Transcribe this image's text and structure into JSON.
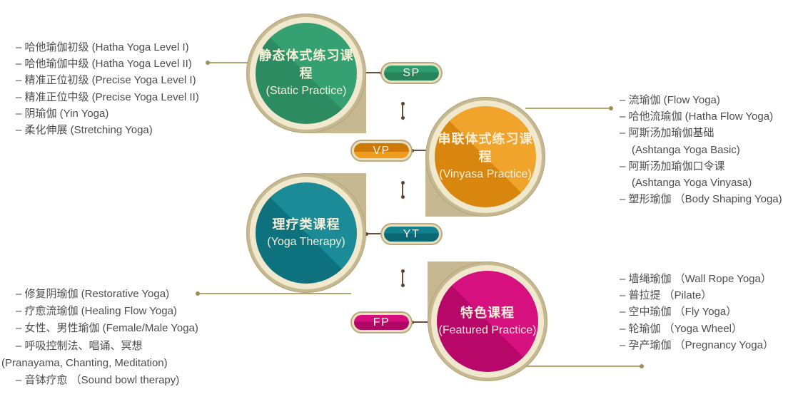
{
  "diagram_title": "Yoga course categories diagram",
  "palette": {
    "tan_shadow": "#c6b890",
    "cream_ring": "#f1e9cd",
    "gold_connector": "#b5a46f",
    "brown_connector": "#6b4c39",
    "list_text": "#4d4d4d"
  },
  "groups": [
    {
      "badge": "SP",
      "zh": "静态体式练习课程",
      "en": "(Static Practice)",
      "circle_light": "#35a173",
      "circle_dark": "#2c8b61",
      "pill_light": "#2f9e6e",
      "pill_dark": "#26835a"
    },
    {
      "badge": "VP",
      "zh": "串联体式练习课程",
      "en": "(Vinyasa Practice)",
      "circle_light": "#f0a42b",
      "circle_dark": "#d8860e",
      "pill_light": "#f09d1e",
      "pill_dark": "#cf7a08"
    },
    {
      "badge": "YT",
      "zh": "理疗类课程",
      "en": "(Yoga Therapy)",
      "circle_light": "#1a8b97",
      "circle_dark": "#0e717e",
      "pill_light": "#13818f",
      "pill_dark": "#0b6874"
    },
    {
      "badge": "FP",
      "zh": "特色课程",
      "en": "(Featured Practice)",
      "circle_light": "#d6107f",
      "circle_dark": "#b70769",
      "pill_light": "#d60d7d",
      "pill_dark": "#b00766"
    }
  ],
  "lists": {
    "static_practice": {
      "lines": [
        {
          "t": "– 哈他瑜伽初级 (Hatha Yoga Level I)",
          "i": 0
        },
        {
          "t": "– 哈他瑜伽中级 (Hatha Yoga Level II)",
          "i": 0
        },
        {
          "t": "– 精准正位初级 (Precise Yoga Level I)",
          "i": 0
        },
        {
          "t": "– 精准正位中级 (Precise Yoga Level II)",
          "i": 0
        },
        {
          "t": "– 阴瑜伽 (Yin Yoga)",
          "i": 0
        },
        {
          "t": "– 柔化伸展 (Stretching Yoga)",
          "i": 0
        }
      ]
    },
    "vinyasa_practice": {
      "lines": [
        {
          "t": "– 流瑜伽 (Flow Yoga)",
          "i": 0
        },
        {
          "t": "– 哈他流瑜伽 (Hatha Flow Yoga)",
          "i": 0
        },
        {
          "t": "– 阿斯汤加瑜伽基础",
          "i": 0
        },
        {
          "t": "(Ashtanga Yoga Basic)",
          "i": 1
        },
        {
          "t": "– 阿斯汤加瑜伽口令课",
          "i": 0
        },
        {
          "t": "(Ashtanga Yoga Vinyasa)",
          "i": 1
        },
        {
          "t": "– 塑形瑜伽 （Body Shaping Yoga)",
          "i": 0
        }
      ]
    },
    "yoga_therapy": {
      "lines": [
        {
          "t": "– 修复阴瑜伽 (Restorative Yoga)",
          "i": 0
        },
        {
          "t": "– 疗愈流瑜伽 (Healing Flow Yoga)",
          "i": 0
        },
        {
          "t": "– 女性、男性瑜伽 (Female/Male Yoga)",
          "i": 0
        },
        {
          "t": "– 呼吸控制法、唱诵、冥想",
          "i": 0
        },
        {
          "t": "(Pranayama, Chanting,  Meditation)",
          "i": -1
        },
        {
          "t": "– 音钵疗愈 （Sound bowl therapy)",
          "i": 0
        }
      ]
    },
    "featured_practice": {
      "lines": [
        {
          "t": "– 墙绳瑜伽 （Wall Rope Yoga）",
          "i": 0
        },
        {
          "t": "– 普拉提 （Pilate）",
          "i": 0
        },
        {
          "t": "– 空中瑜伽 （Fly Yoga）",
          "i": 0
        },
        {
          "t": "– 轮瑜伽 （Yoga Wheel）",
          "i": 0
        },
        {
          "t": "– 孕产瑜伽 （Pregnancy Yoga）",
          "i": 0
        }
      ]
    }
  }
}
